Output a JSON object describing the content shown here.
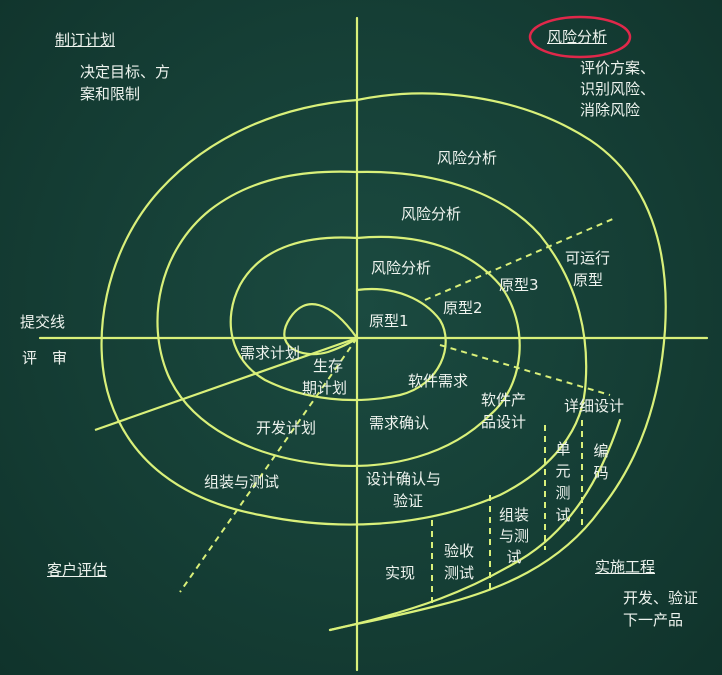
{
  "quadrants": {
    "planning": {
      "title": "制订计划",
      "desc_line1": "决定目标、方",
      "desc_line2": "案和限制"
    },
    "risk": {
      "title": "风险分析",
      "desc_line1": "评价方案、",
      "desc_line2": "识别风险、",
      "desc_line3": "消除风险"
    },
    "engineering": {
      "title": "实施工程",
      "desc_line1": "开发、验证",
      "desc_line2": "下一产品"
    },
    "evaluation": {
      "title": "客户评估"
    }
  },
  "axis_labels": {
    "commit_line": "提交线",
    "review": "评　审"
  },
  "risk_labels": [
    "风险分析",
    "风险分析",
    "风险分析"
  ],
  "prototypes": {
    "p1": "原型1",
    "p2": "原型2",
    "p3": "原型3",
    "operational_line1": "可运行",
    "operational_line2": "原型"
  },
  "plans": {
    "requirements_plan": "需求计划",
    "lifecycle_line1": "生存",
    "lifecycle_line2": "期计划",
    "development_plan": "开发计划",
    "integration_test": "组装与测试"
  },
  "engineering_steps": {
    "software_requirements": "软件需求",
    "requirements_confirm": "需求确认",
    "product_design_line1": "软件产",
    "product_design_line2": "品设计",
    "design_verify_line1": "设计确认与",
    "design_verify_line2": "验证",
    "detailed_design": "详细设计",
    "unit_test": "单元测试",
    "coding": "编码",
    "assembly_test": "组装与测试",
    "acceptance_test": "验收测试",
    "implementation": "实现"
  },
  "colors": {
    "curve": "#d9f07a",
    "text": "#eef3ee",
    "highlight": "#e0284a",
    "background": "#153e35"
  }
}
